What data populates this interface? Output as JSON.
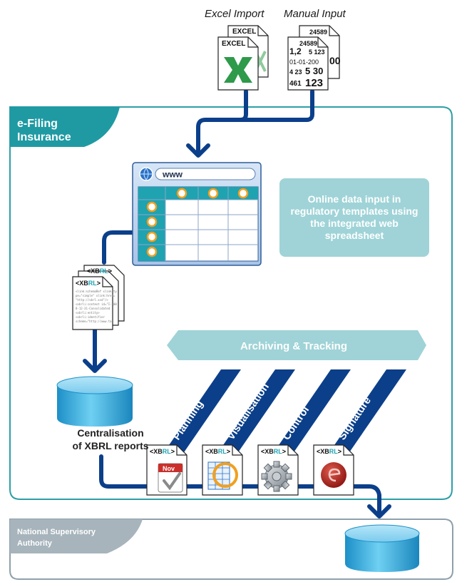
{
  "labels": {
    "excel_import": "Excel Import",
    "manual_input": "Manual Input",
    "excel_doc": "EXCEL",
    "www": "www"
  },
  "efiling": {
    "line1": "e-Filing",
    "line2": "Insurance"
  },
  "nsa": {
    "line1": "National Supervisory",
    "line2": "Authority"
  },
  "online_box": {
    "text": "Online data input in regulatory templates using the integrated web spreadsheet"
  },
  "archiving": {
    "label": "Archiving & Tracking"
  },
  "centralisation": {
    "line1": "Centralisation",
    "line2": "of XBRL reports"
  },
  "workflow_steps": [
    "Planning",
    "Visualisation",
    "Control",
    "Signature"
  ],
  "xbrl_tag": {
    "pre": "<",
    "xb": "XB",
    "rl": "RL",
    "post": ">"
  },
  "manual_numbers": [
    "24589",
    "1,2",
    "5 123",
    "01-01-200",
    "4 23",
    "5 30",
    "461",
    "123",
    "00"
  ],
  "calendar_month": "Nov",
  "colors": {
    "teal_border": "#2c9fa6",
    "teal_tab": "#1f9aa3",
    "info_box": "#9fd3d7",
    "pipe": "#0b3f8a",
    "grey_border": "#8da0ab",
    "grey_tab": "#a7b4bc",
    "cylinder": "#3cb0e0",
    "excel_green": "#2e9a4a"
  }
}
